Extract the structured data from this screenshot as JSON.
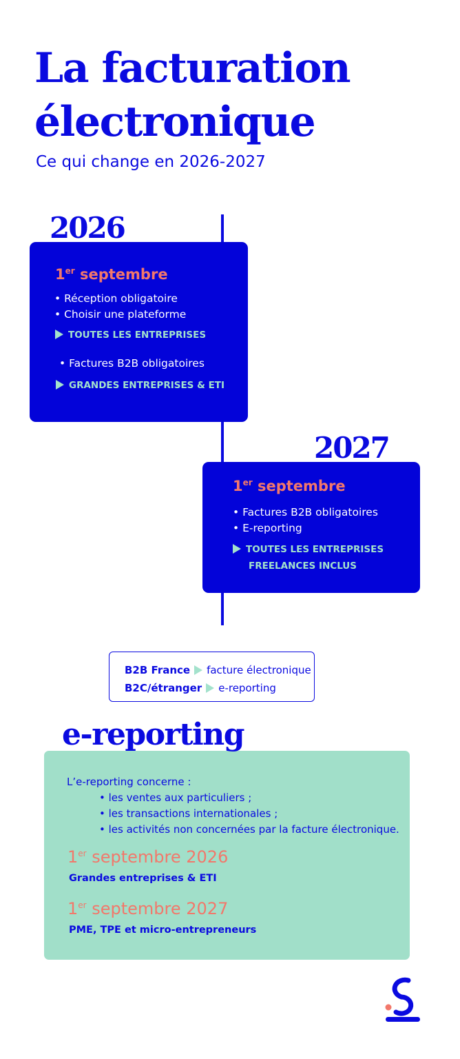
{
  "header": {
    "title_line1": "La facturation",
    "title_line2": "électronique",
    "subtitle": "Ce qui change en 2026-2027"
  },
  "y2026": {
    "year": "2026",
    "date_num": "1",
    "date_sup": "er",
    "date_text": " septembre",
    "bullets": [
      "Réception obligatoire",
      "Choisir une plateforme"
    ],
    "target1": "TOUTES LES ENTREPRISES",
    "bullet2": "Factures B2B obligatoires",
    "target2": "GRANDES ENTREPRISES & ETI"
  },
  "y2027": {
    "year": "2027",
    "date_num": "1",
    "date_sup": "er",
    "date_text": " septembre",
    "bullets": [
      "Factures B2B obligatoires",
      "E-reporting"
    ],
    "target_line1": "TOUTES LES ENTREPRISES",
    "target_line2": "FREELANCES INCLUS"
  },
  "legend": {
    "row1_key": "B2B France",
    "row1_val": "facture électronique",
    "row2_key": "B2C/étranger",
    "row2_val": "e-reporting"
  },
  "ereporting": {
    "title": "e-reporting",
    "intro": "L’e-reporting concerne :",
    "items": [
      "les ventes aux particuliers ;",
      "les transactions internationales ;",
      "les activités non concernées par la facture électronique."
    ],
    "d1_num": "1",
    "d1_sup": "er",
    "d1_text": " septembre 2026",
    "d1_who": "Grandes entreprises & ETI",
    "d2_num": "1",
    "d2_sup": "er",
    "d2_text": " septembre 2027",
    "d2_who": "PME, TPE et micro-entrepreneurs"
  },
  "colors": {
    "blue": "#0a0ae0",
    "coral": "#f2786b",
    "mint": "#a1dfc9"
  }
}
